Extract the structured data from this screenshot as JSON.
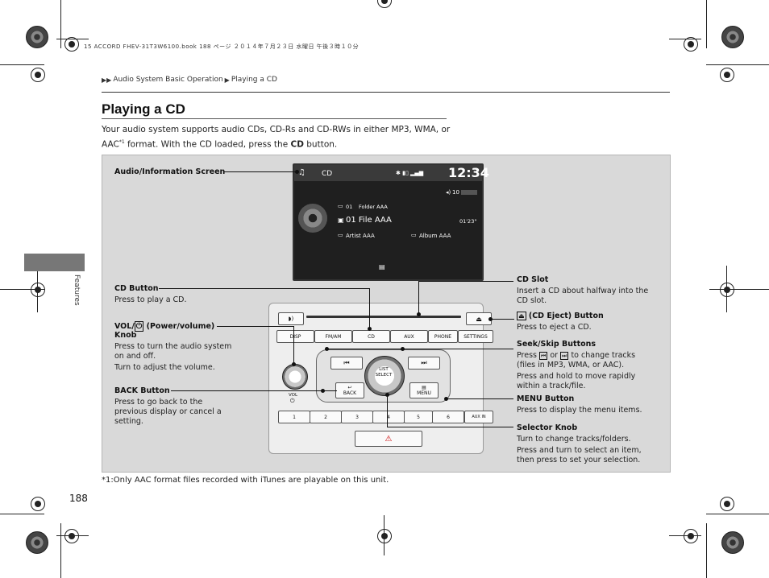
{
  "print_header": "15 ACCORD FHEV-31T3W6100.book  188 ページ  ２０１４年７月２３日  水曜日  午後３時１０分",
  "breadcrumb": [
    "Audio System Basic Operation",
    "Playing a CD"
  ],
  "title": "Playing a CD",
  "intro": {
    "line1": "Your audio system supports audio CDs, CD-Rs and CD-RWs in either MP3, WMA, or",
    "line2_prefix": "AAC",
    "line2_sup": "*1",
    "line2_mid": " format. With the CD loaded, press the ",
    "line2_bold": "CD",
    "line2_suffix": " button."
  },
  "side_label": "Features",
  "screen": {
    "source": "CD",
    "clock": "12:34",
    "volume": "10",
    "track_no": "01",
    "folder": "Folder AAA",
    "file": "01 File AAA",
    "elapsed": "01'23\"",
    "artist": "Artist AAA",
    "album": "Album AAA"
  },
  "unit_buttons": {
    "disp": "DISP",
    "fmam": "FM/AM",
    "cd": "CD",
    "aux": "AUX",
    "phone": "PHONE",
    "settings": "SETTINGS",
    "back": "BACK",
    "menu": "MENU",
    "list_select": "LIST",
    "select": "SELECT",
    "vol": "VOL",
    "presets": [
      "1",
      "2",
      "3",
      "4",
      "5",
      "6"
    ],
    "aux_in": "AUX IN"
  },
  "callouts": {
    "screen": {
      "title": "Audio/Information Screen"
    },
    "cd_button": {
      "title": "CD Button",
      "text": "Press to play a CD."
    },
    "vol": {
      "title_a": "VOL/",
      "title_b": " (Power/volume)",
      "title_c": "Knob",
      "text1": "Press to turn the audio system",
      "text2": "on and off.",
      "text3": "Turn to adjust the volume."
    },
    "back": {
      "title": "BACK Button",
      "text1": "Press to go back to the",
      "text2": "previous display or cancel a",
      "text3": "setting."
    },
    "cd_slot": {
      "title": "CD Slot",
      "text1": "Insert a CD about halfway into the",
      "text2": "CD slot."
    },
    "eject": {
      "title": " (CD Eject) Button",
      "text": "Press to eject a CD."
    },
    "seek": {
      "title": "Seek/Skip Buttons",
      "text1a": "Press ",
      "text1b": " or ",
      "text1c": " to change tracks",
      "text2": "(files in MP3, WMA, or AAC).",
      "text3": "Press and hold to move rapidly",
      "text4": "within a track/file."
    },
    "menu": {
      "title": "MENU Button",
      "text": "Press to display the menu items."
    },
    "selector": {
      "title": "Selector Knob",
      "text1": "Turn to change tracks/folders.",
      "text2": "Press and turn to select an item,",
      "text3": "then press to set your selection."
    }
  },
  "footnote": "*1:Only AAC format files recorded with iTunes are playable on this unit.",
  "page_number": "188"
}
